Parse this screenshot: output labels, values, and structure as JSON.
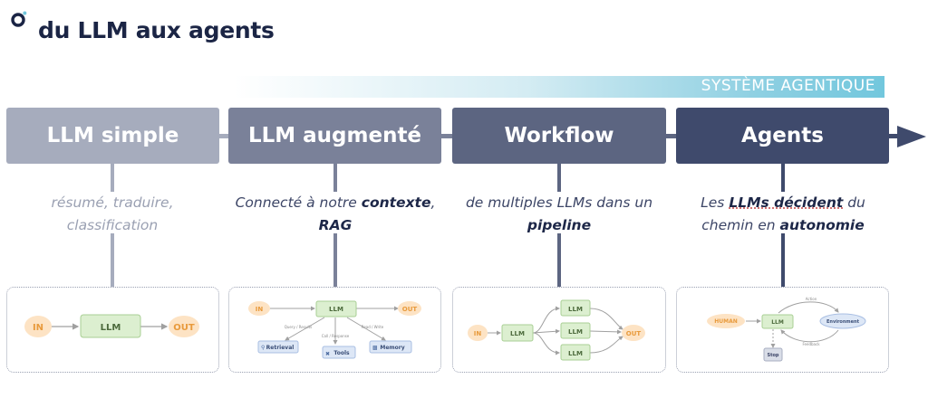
{
  "header": {
    "title": "du LLM aux agents",
    "logo_icon": "ring-logo-icon"
  },
  "band": {
    "label": "SYSTÈME AGENTIQUE"
  },
  "stages": [
    {
      "title": "LLM simple",
      "color": "#a6acbd",
      "description": {
        "plain": "résumé, traduire, classification"
      }
    },
    {
      "title": "LLM augmenté",
      "color": "#7a8199",
      "description": {
        "pre": "Connecté à notre ",
        "bold1": "contexte",
        "mid": ",",
        "bold2": "RAG"
      }
    },
    {
      "title": "Workflow",
      "color": "#5c6581",
      "description": {
        "pre": "de multiples LLMs dans un",
        "bold": "pipeline"
      }
    },
    {
      "title": "Agents",
      "color": "#3f4a6c",
      "description": {
        "pre": "Les ",
        "bold1": "LLMs décident",
        "mid": " du",
        "line2_pre": "chemin en ",
        "bold2": "autonomie"
      }
    }
  ],
  "diagrams": {
    "simple": {
      "in": "IN",
      "llm": "LLM",
      "out": "OUT"
    },
    "augmented": {
      "in": "IN",
      "llm": "LLM",
      "out": "OUT",
      "edge_retrieval": "Query / Results",
      "edge_tools": "Call / Response",
      "edge_memory": "Read / Write",
      "retrieval": "Retrieval",
      "tools": "Tools",
      "memory": "Memory"
    },
    "workflow": {
      "in": "IN",
      "llm_main": "LLM",
      "llm_branches": [
        "LLM",
        "LLM",
        "LLM"
      ],
      "out": "OUT"
    },
    "agents": {
      "human": "HUMAN",
      "llm": "LLM",
      "environment": "Environment",
      "stop": "Stop",
      "edge_action": "Action",
      "edge_feedback": "Feedback"
    }
  },
  "colors": {
    "in_out_fill": "#fde3c4",
    "in_out_text": "#e89a3c",
    "llm_fill": "#dcefd0",
    "llm_border": "#a9cf94",
    "tool_fill": "#dde7f6",
    "tool_border": "#a9bfe3",
    "accent": "#72c7dd"
  }
}
